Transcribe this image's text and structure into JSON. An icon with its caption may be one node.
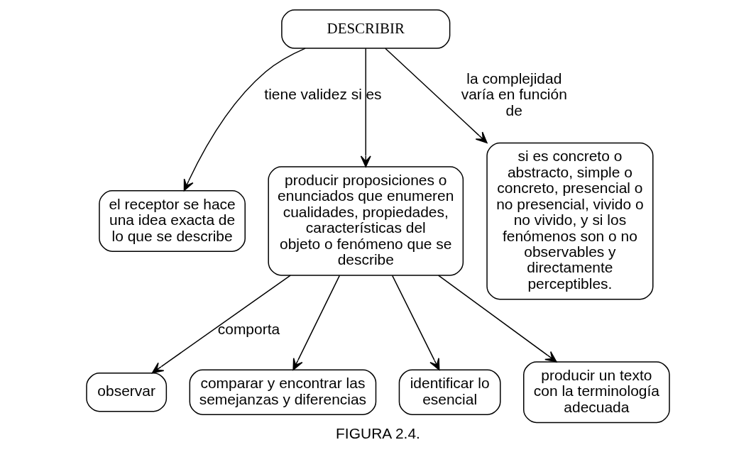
{
  "diagram": {
    "caption": "FIGURA 2.4.",
    "nodes": [
      {
        "text": [
          "DESCRIBIR"
        ]
      },
      {
        "text": [
          "el receptor se hace una idea exacta de lo que se describe"
        ]
      },
      {
        "text": [
          "producir proposiciones o enunciados que enumeren cualidades, propiedades, características del objeto o fenómeno que se describe"
        ]
      },
      {
        "text": [
          "si es concreto o abstracto, simple o concreto, presencial o no presencial, vivido o no vivido, y si los fenómenos son o no observables y directamente perceptibles."
        ]
      },
      {
        "text": [
          "observar"
        ]
      },
      {
        "text": [
          "comparar y encontrar las semejanzas y diferencias"
        ]
      },
      {
        "text": [
          "identificar lo esencial"
        ]
      },
      {
        "text": [
          "producir un texto con la terminología adecuada"
        ]
      }
    ],
    "edges": [
      {
        "from": 0,
        "to": 1,
        "arrow": "to",
        "label": "tiene validez si"
      },
      {
        "from": 0,
        "to": 2,
        "arrow": "to",
        "label": "es"
      },
      {
        "from": 0,
        "to": 3,
        "arrow": "to",
        "label": "la complejidad varía en función de"
      },
      {
        "from": 2,
        "to": 4,
        "arrow": "to",
        "label": "comporta"
      },
      {
        "from": 2,
        "to": 5,
        "arrow": "to"
      },
      {
        "from": 2,
        "to": 6,
        "arrow": "to"
      },
      {
        "from": 2,
        "to": 7,
        "arrow": "to"
      }
    ]
  }
}
